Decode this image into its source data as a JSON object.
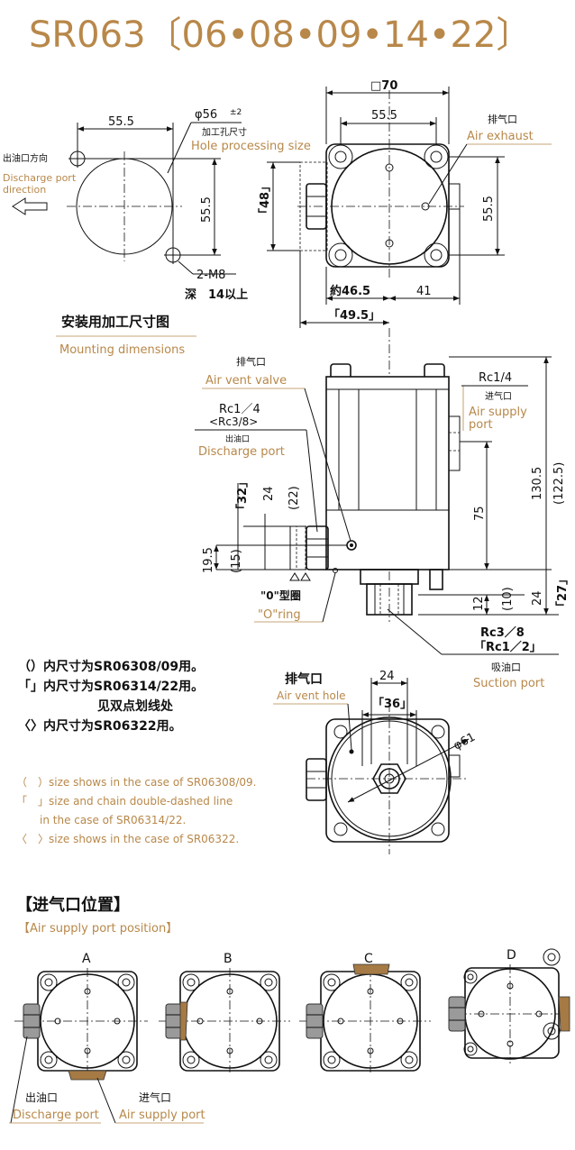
{
  "title": "SR063〔06•08•09•14•22〕",
  "mount": {
    "dim_55_5_top": "55.5",
    "phi56": "φ56",
    "phi56_tol": "±2",
    "hole_cn": "加工孔尺寸",
    "hole_en": "Hole processing size",
    "discharge_dir_cn": "出油口方向",
    "discharge_dir_en1": "Discharge port",
    "discharge_dir_en2": "direction",
    "dim_55_5_side": "55.5",
    "m8": "2-M8",
    "depth": "深　14以上",
    "caption_cn": "安装用加工尺寸图",
    "caption_en": "Mounting dimensions"
  },
  "front": {
    "box70": "□70",
    "dim_55_5_top": "55.5",
    "exhaust_cn": "排气口",
    "exhaust_en": "Air exhaust",
    "dim48": "「48」",
    "dim_55_5_right": "55.5",
    "dim46_5": "約46.5",
    "dim41": "41",
    "dim49_5": "「49.5」"
  },
  "side": {
    "vent_cn": "排气口",
    "vent_en": "Air vent valve",
    "rc14_left": "Rc1／4",
    "rc38": "<Rc3/8>",
    "dis_cn": "出油口",
    "dis_en": "Discharge port",
    "rc14_right": "Rc1/4",
    "supply_cn": "进气口",
    "supply_en1": "Air supply",
    "supply_en2": "port",
    "dim130_5": "130.5",
    "dim122_5": "(122.5)",
    "dim75": "75",
    "dim32": "「32」",
    "dim24": "24",
    "dim22": "(22)",
    "dim19_5": "19.5",
    "dim15": "(15)",
    "oring_cn": "\"0\"型圈",
    "oring_en": "\"O\"ring",
    "dim12": "12",
    "dim10": "(10)",
    "dim24b": "24",
    "dim27": "「27」",
    "rc38b": "Rc3／8",
    "rc12": "「Rc1／2」",
    "suction_cn": "吸油口",
    "suction_en": "Suction port"
  },
  "notes": {
    "cn1": "（）内尺寸为SR06308/09用。",
    "cn2": "「」内尺寸为SR06314/22用。",
    "cn3": "见双点划线处",
    "cn4": "〈〉内尺寸为SR06322用。",
    "en1": "（　）size shows in the case of SR06308/09.",
    "en2": "「　」size and chain double-dashed line",
    "en3": "in the case of SR06314/22.",
    "en4": "〈　〉size shows in the case of SR06322."
  },
  "bottom": {
    "vent_cn": "排气口",
    "vent_en": "Air vent hole",
    "dim24": "24",
    "dim36": "「36」",
    "phi61": "φ61"
  },
  "position": {
    "title_cn": "【进气口位置】",
    "title_en": "【Air supply port position】",
    "labels": [
      "A",
      "B",
      "C",
      "D"
    ],
    "dis_cn": "出油口",
    "dis_en": "Discharge port",
    "sup_cn": "进气口",
    "sup_en": "Air supply port"
  }
}
